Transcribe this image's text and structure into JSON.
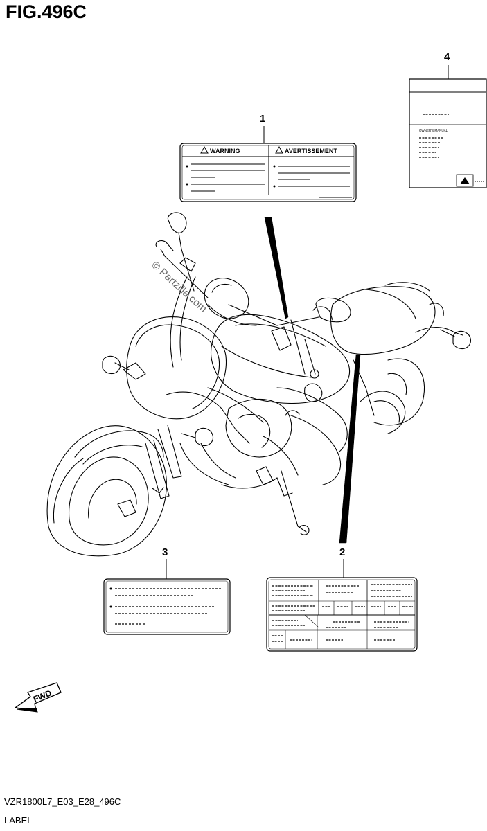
{
  "figure": {
    "title": "FIG.496C",
    "code": "VZR1800L7_E03_E28_496C",
    "name": "LABEL"
  },
  "callouts": {
    "c1": "1",
    "c2": "2",
    "c3": "3",
    "c4": "4"
  },
  "label_1": {
    "warning_heading": "WARNING",
    "avert_heading": "AVERTISSEMENT"
  },
  "label_4": {
    "manual_text": "OWNER'S MANUAL"
  },
  "watermark": "© Partzilla.com",
  "direction_arrow": {
    "text": "FWD",
    "icon": "forward-arrow-icon"
  },
  "colors": {
    "line": "#000000",
    "background": "#ffffff"
  }
}
